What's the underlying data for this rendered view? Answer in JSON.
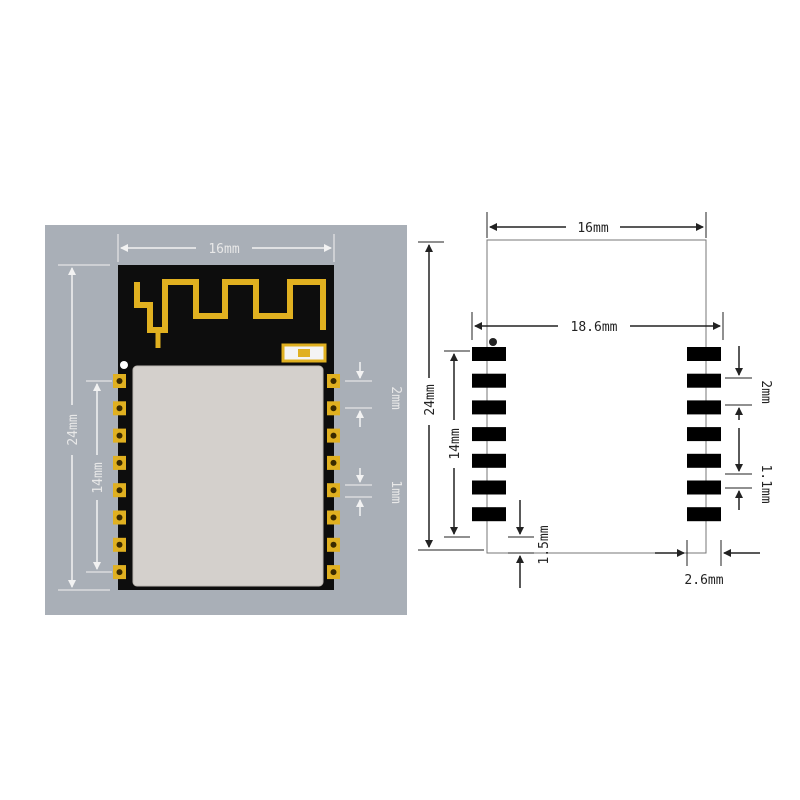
{
  "left_panel": {
    "title": "Module photo with dimensions",
    "colors": {
      "background": "#a9afb7",
      "pcb": "#0d0d0d",
      "gold": "#e0b020",
      "shield": "#d4d0cc",
      "dim_line": "#f2f2f2"
    },
    "labels": {
      "width": "16mm",
      "height": "24mm",
      "pin_span": "14mm",
      "pitch": "2mm",
      "pad": "1mm"
    },
    "pins_per_side": 8
  },
  "right_panel": {
    "title": "PCB footprint drawing",
    "colors": {
      "pad": "#000000",
      "outline": "#555555",
      "dim_line": "#222222"
    },
    "labels": {
      "width": "16mm",
      "pad_span": "18.6mm",
      "height": "24mm",
      "pin_span": "14mm",
      "pitch": "2mm",
      "pad_width": "1.1mm",
      "bottom_gap": "1.5mm",
      "pad_length": "2.6mm"
    },
    "pins_per_side": 7
  }
}
